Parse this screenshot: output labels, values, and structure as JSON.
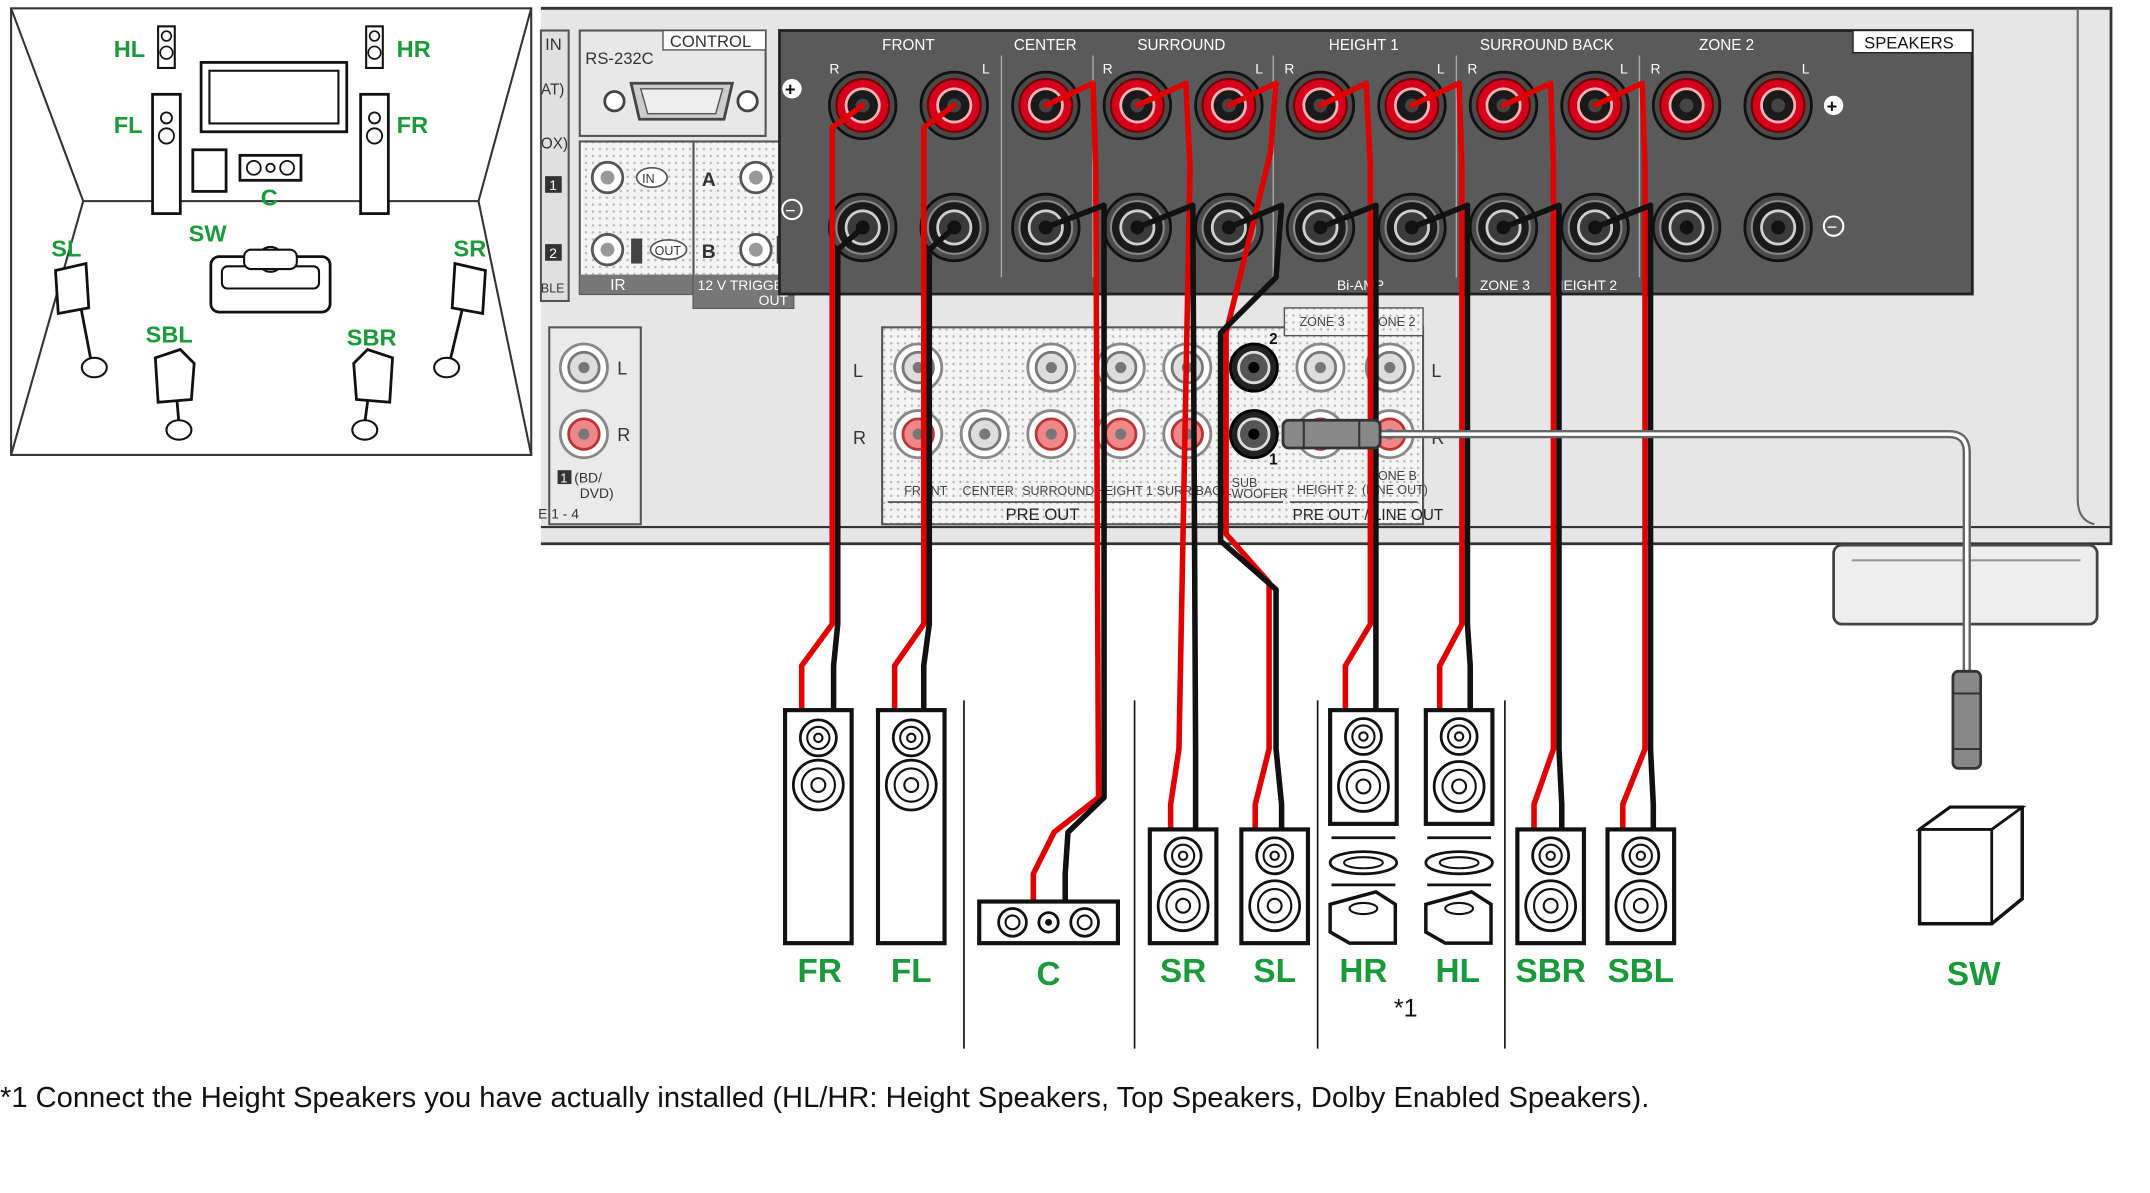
{
  "room": {
    "labels": {
      "HL": "HL",
      "HR": "HR",
      "FL": "FL",
      "FR": "FR",
      "C": "C",
      "SW": "SW",
      "SL": "SL",
      "SR": "SR",
      "SBL": "SBL",
      "SBR": "SBR"
    }
  },
  "panel": {
    "control": "CONTROL",
    "rs232c": "RS-232C",
    "in_label": "IN",
    "frag_at": "AT)",
    "frag_ox": "OX)",
    "frag_ble": "BLE",
    "num1": "1",
    "num2": "2",
    "ir_in": "IN",
    "ir_out": "OUT",
    "ir": "IR",
    "trig_a": "A",
    "trig_b": "B",
    "trig_12v": "12 V  TRIGGER",
    "trig_out": "OUT",
    "analog_l": "L",
    "analog_r": "R",
    "bd_dvd_num": "1",
    "bd_dvd": "(BD/",
    "bd_dvd2": "DVD)",
    "range_text": "E 1 - 4",
    "speakers": {
      "title": "SPEAKERS",
      "groups": [
        "FRONT",
        "CENTER",
        "SURROUND",
        "HEIGHT 1",
        "SURROUND BACK",
        "ZONE 2"
      ],
      "r": "R",
      "l": "L",
      "plus": "+",
      "minus": "−",
      "biamp": "Bi-AMP",
      "zone3": "ZONE 3",
      "height2": "HEIGHT 2"
    },
    "preout": {
      "l": "L",
      "r": "R",
      "front": "FRONT",
      "center": "CENTER",
      "surround": "SURROUND",
      "height1": "HEIGHT 1",
      "surback": "SURR BACK",
      "sub": "SUB",
      "woofer": "-WOOFER",
      "num2": "2",
      "num1": "1",
      "zone3": "ZONE 3",
      "zone2": "ZONE 2",
      "height2": "HEIGHT 2",
      "zoneb": "ZONE B",
      "lineout": "(LINE OUT)",
      "title": "PRE OUT",
      "title2": "PRE OUT / LINE OUT",
      "right_l": "L",
      "right_r": "R"
    }
  },
  "speakers_row": {
    "labels": [
      "FR",
      "FL",
      "C",
      "SR",
      "SL",
      "HR",
      "HL",
      "SBR",
      "SBL",
      "SW"
    ],
    "note_marker": "*1"
  },
  "footnote": "*1 Connect the Height Speakers you have actually installed (HL/HR: Height Speakers, Top Speakers, Dolby Enabled Speakers).",
  "colors": {
    "label_green": "#1a9a3a",
    "wire_red": "#e00000",
    "wire_black": "#111111",
    "panel_dark": "#555555",
    "panel_light": "#efefef",
    "terminal_red": "#d4001c"
  }
}
